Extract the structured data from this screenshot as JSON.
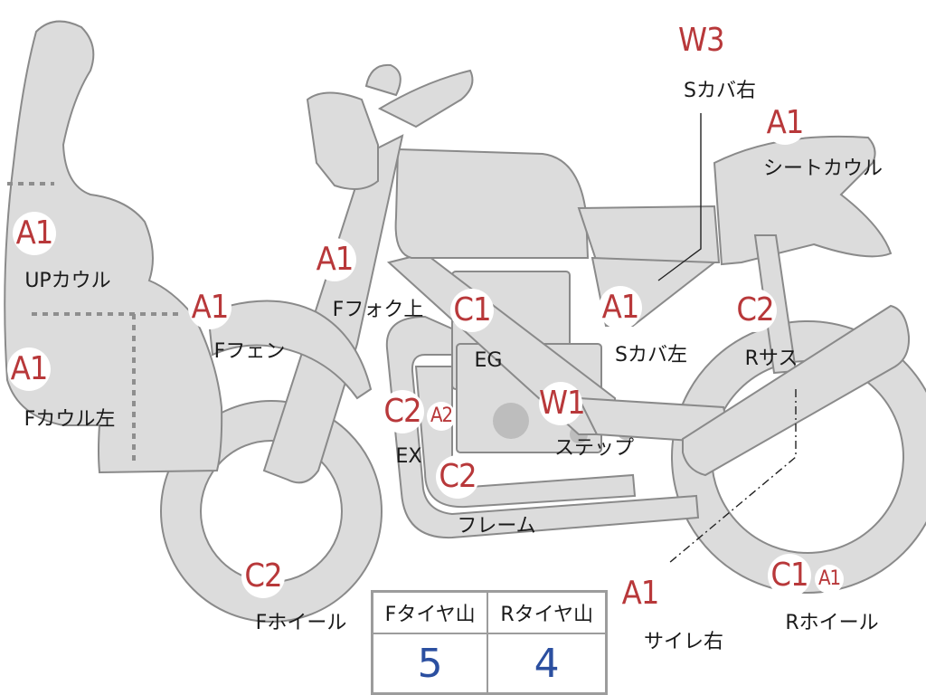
{
  "callouts": [
    {
      "id": "up-cowl",
      "grade": "A1",
      "label": "UPカウル"
    },
    {
      "id": "f-cowl-left",
      "grade": "A1",
      "label": "Fカウル左"
    },
    {
      "id": "f-fender",
      "grade": "A1",
      "label": "Fフェン"
    },
    {
      "id": "f-fork-upper",
      "grade": "A1",
      "label": "Fフォク上"
    },
    {
      "id": "engine",
      "grade": "C1",
      "label": "EG"
    },
    {
      "id": "exhaust",
      "grade": "C2",
      "extra_grade": "A2",
      "label": "EX"
    },
    {
      "id": "frame",
      "grade": "C2",
      "label": "フレーム"
    },
    {
      "id": "step",
      "grade": "W1",
      "label": "ステップ"
    },
    {
      "id": "s-cover-left",
      "grade": "A1",
      "label": "Sカバ左"
    },
    {
      "id": "s-cover-right",
      "grade": "W3",
      "label": "Sカバ右"
    },
    {
      "id": "seat-cowl",
      "grade": "A1",
      "label": "シートカウル"
    },
    {
      "id": "r-suspension",
      "grade": "C2",
      "label": "Rサス"
    },
    {
      "id": "silencer-right",
      "grade": "A1",
      "label": "サイレ右"
    },
    {
      "id": "r-wheel",
      "grade": "C1",
      "extra_grade": "A1",
      "label": "Rホイール"
    },
    {
      "id": "f-wheel",
      "grade": "C2",
      "label": "Fホイール"
    }
  ],
  "tire_tread": {
    "front_label": "Fタイヤ山",
    "rear_label": "Rタイヤ山",
    "front_value": "5",
    "rear_value": "4"
  },
  "colors": {
    "grade_text": "#b8383a",
    "tread_value": "#2b4fa0",
    "part_fill": "#dcdcdc",
    "part_outline": "#8a8a8a"
  }
}
